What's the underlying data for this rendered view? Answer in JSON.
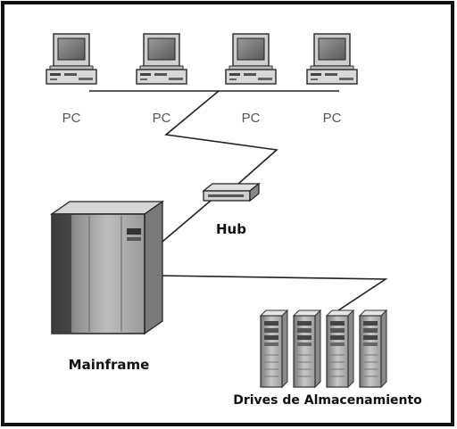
{
  "nodes": {
    "pcs": [
      {
        "label": "PC"
      },
      {
        "label": "PC"
      },
      {
        "label": "PC"
      },
      {
        "label": "PC"
      }
    ],
    "hub": {
      "label": "Hub"
    },
    "mainframe": {
      "label": "Mainframe"
    },
    "storage": {
      "label": "Drives de Almacenamiento"
    }
  }
}
